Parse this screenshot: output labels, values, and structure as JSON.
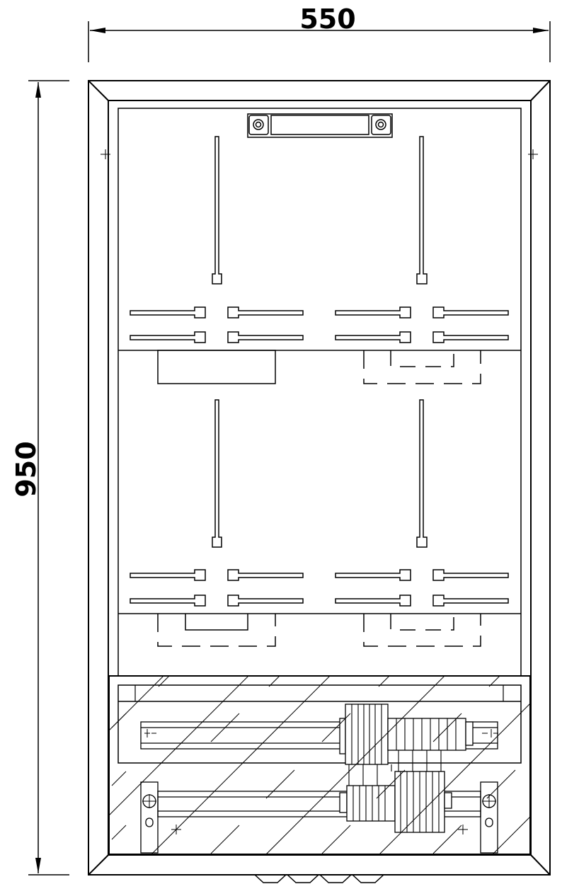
{
  "dimensions": {
    "width_label": "550",
    "height_label": "950"
  },
  "colors": {
    "line": "#000000",
    "background": "#ffffff"
  },
  "components": {
    "top_handle": "handle-bracket",
    "upper_meter_bays": 2,
    "lower_meter_bays": 2,
    "terminal_section": "hatched-glass-panel",
    "bottom_glands": 4
  }
}
